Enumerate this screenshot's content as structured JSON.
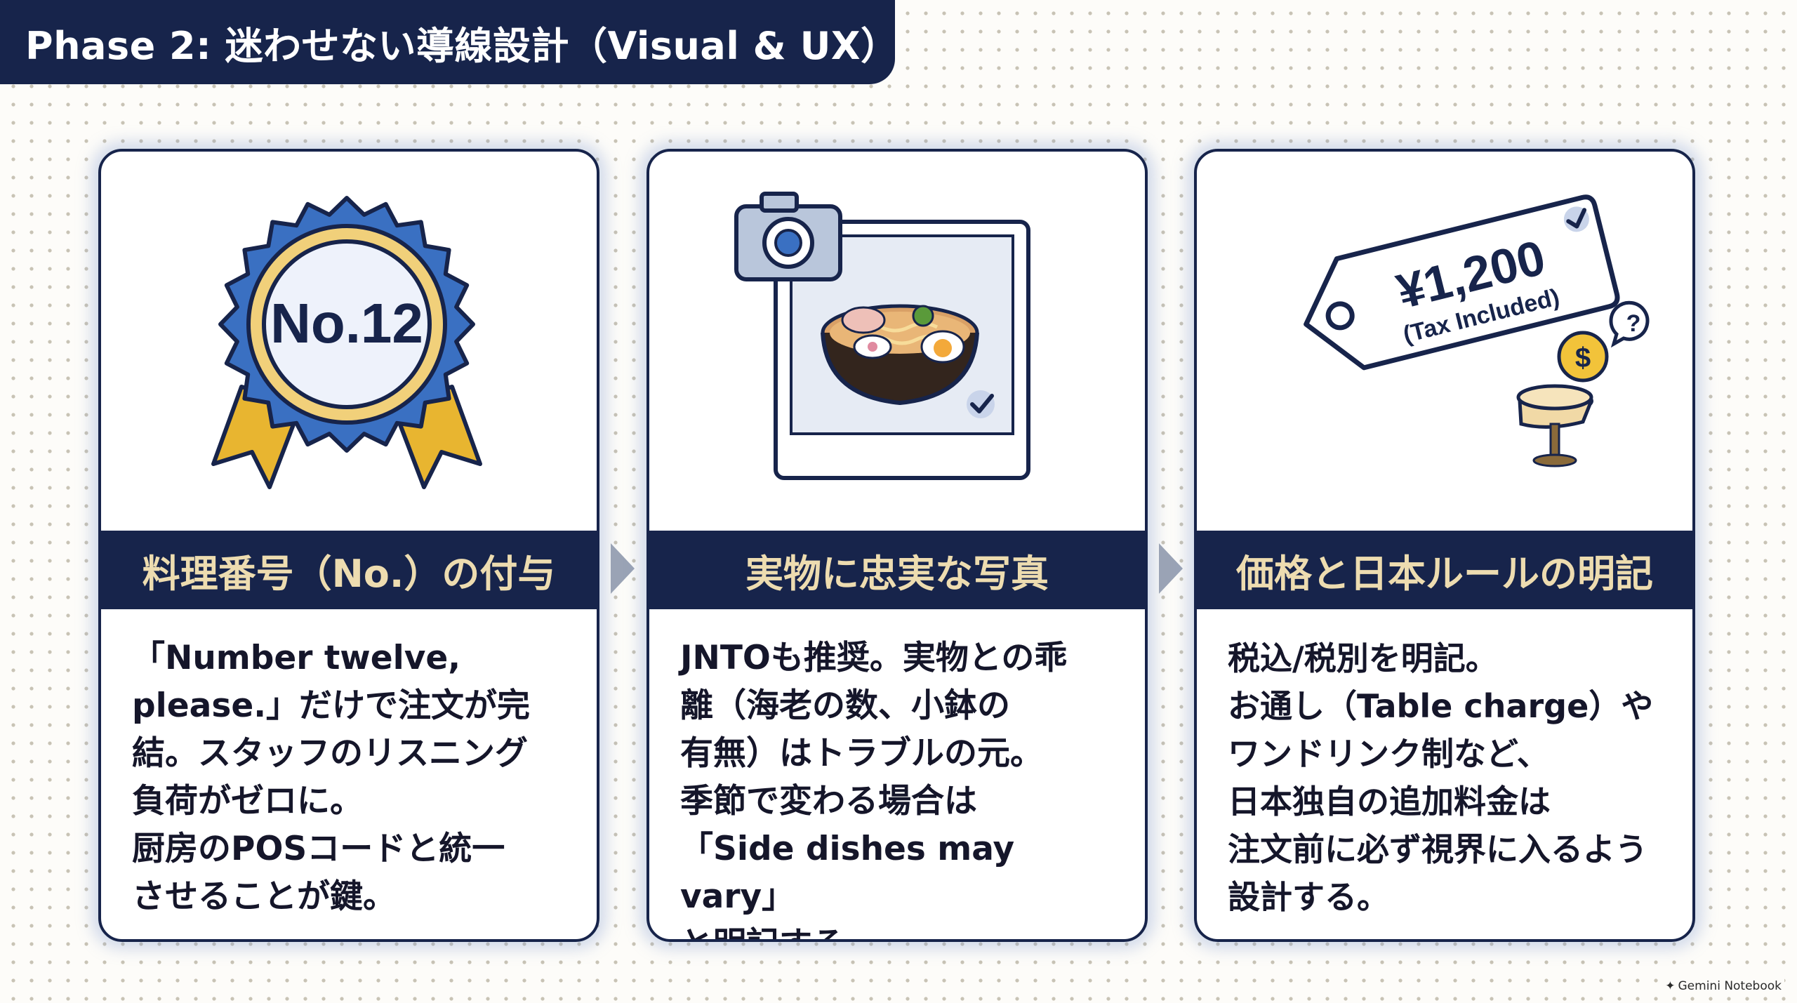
{
  "header": {
    "title": "Phase 2: 迷わせない導線設計（Visual & UX）"
  },
  "colors": {
    "navy": "#17244b",
    "gold": "#eddcb0",
    "badge_blue": "#3a70c2",
    "ribbon_gold": "#e8b530"
  },
  "cards": [
    {
      "illustration": "award-rosette-icon",
      "badge_text": "No.12",
      "title": "料理番号（No.）の付与",
      "body": "「Number twelve,\nplease.」だけで注文が完\n結。スタッフのリスニング\n負荷がゼロに。\n厨房のPOSコードと統一\nさせることが鍵。"
    },
    {
      "illustration": "camera-photo-ramen-icon",
      "title": "実物に忠実な写真",
      "body": "JNTOも推奨。実物との乖\n離（海老の数、小鉢の\n有無）はトラブルの元。\n季節で変わる場合は\n「Side dishes may vary」\nと明記する。"
    },
    {
      "illustration": "price-tag-icon",
      "price": "¥1,200",
      "tax_note": "(Tax Included)",
      "title": "価格と日本ルールの明記",
      "body": "税込/税別を明記。\nお通し（Table charge）や\nワンドリンク制など、\n日本独自の追加料金は\n注文前に必ず視界に入るよう\n設計する。"
    }
  ],
  "footer": {
    "brand": "Gemini Notebook"
  }
}
